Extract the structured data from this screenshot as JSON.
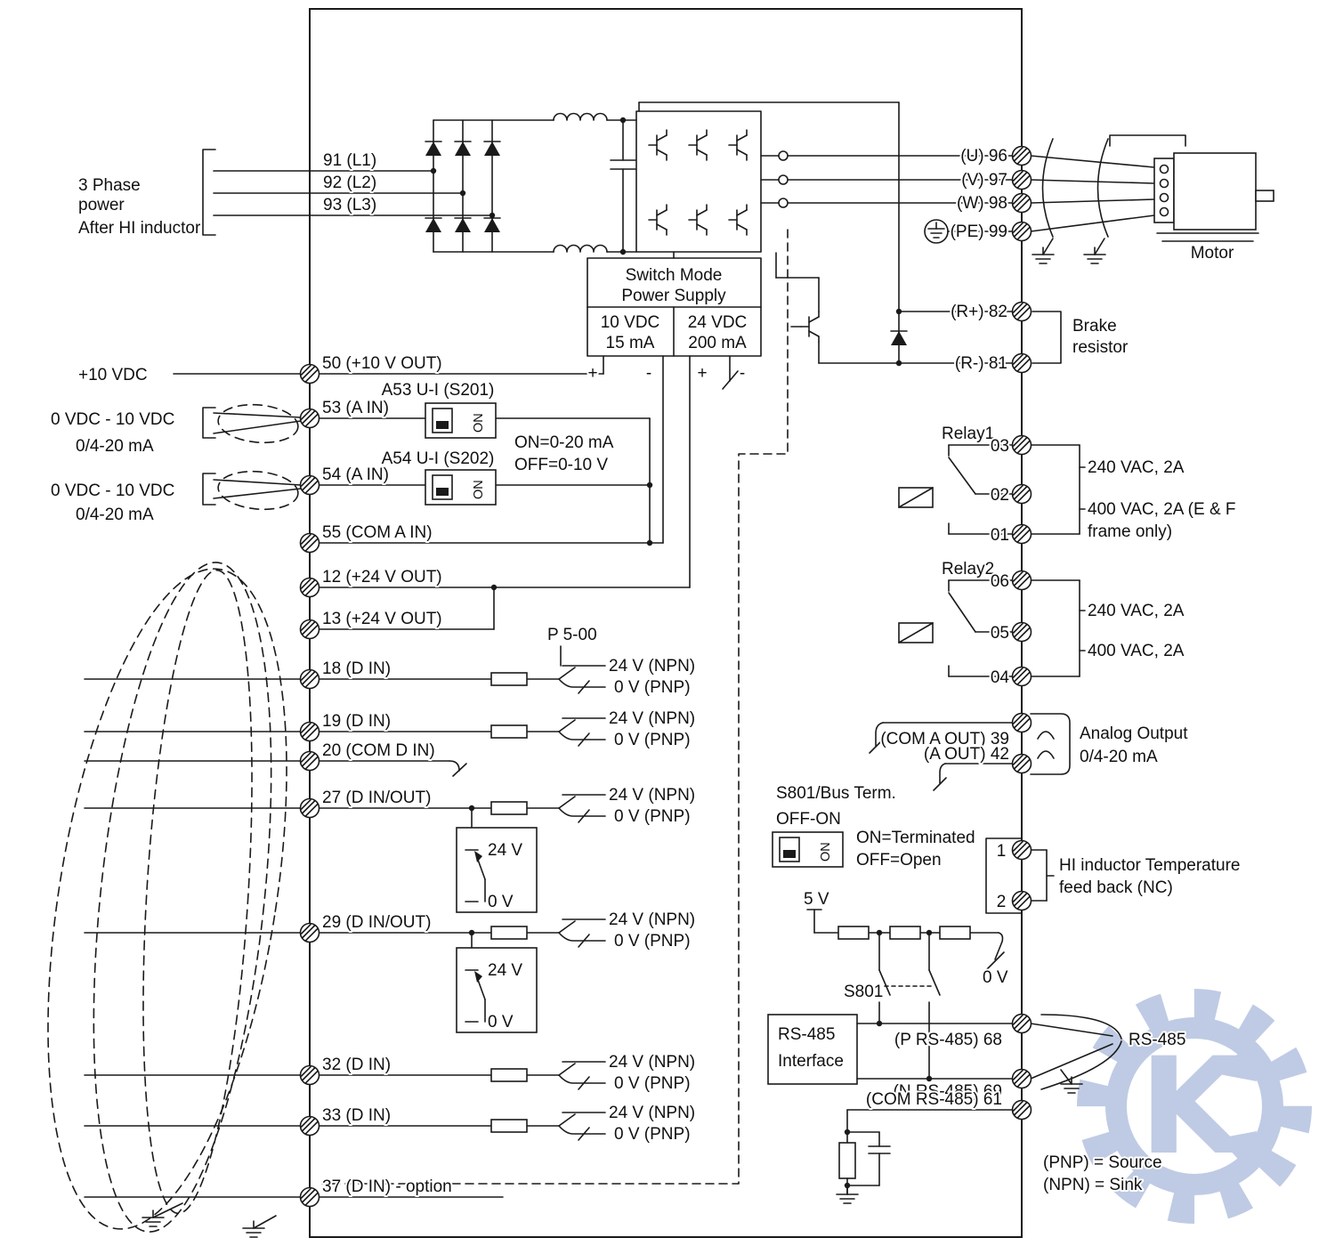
{
  "power_input": {
    "line1": "3 Phase",
    "line2": "power",
    "line3": "After HI inductor",
    "l1": "91 (L1)",
    "l2": "92 (L2)",
    "l3": "93 (L3)"
  },
  "motor_output": {
    "u": "(U) 96",
    "v": "(V) 97",
    "w": "(W) 98",
    "pe": "(PE) 99",
    "motor": "Motor"
  },
  "brake": {
    "r_plus": "(R+) 82",
    "r_minus": "(R-) 81",
    "label1": "Brake",
    "label2": "resistor"
  },
  "smps": {
    "title1": "Switch Mode",
    "title2": "Power Supply",
    "left_v": "10 VDC",
    "left_a": "15 mA",
    "right_v": "24 VDC",
    "right_a": "200 mA",
    "plus": "+",
    "minus": "-"
  },
  "analog_inputs": {
    "plus10": "+10 VDC",
    "t50": "50 (+10 V OUT)",
    "t53": "53 (A IN)",
    "t54": "54 (A IN)",
    "t55": "55 (COM A IN)",
    "range_v": "0 VDC - 10 VDC",
    "range_ma": "0/4-20 mA",
    "a53": "A53 U-I (S201)",
    "a54": "A54 U-I (S202)",
    "on_mode": "ON=0-20 mA",
    "off_mode": "OFF=0-10 V"
  },
  "switches": {
    "on": "ON"
  },
  "digital_inputs": {
    "t12": "12 (+24 V OUT)",
    "t13": "13 (+24 V OUT)",
    "p500": "P 5-00",
    "t18": "18 (D IN)",
    "t19": "19 (D IN)",
    "t20": "20  (COM D IN)",
    "t27": "27 (D IN/OUT)",
    "t29": "29 (D IN/OUT)",
    "t32": "32 (D IN)",
    "t33": "33 (D IN)",
    "t37": "37 (D IN) - option",
    "npn": "24 V (NPN)",
    "pnp": "0 V (PNP)",
    "v24": "24 V",
    "v0": "0 V"
  },
  "relays": {
    "relay1": "Relay1",
    "relay2": "Relay2",
    "n03": "03",
    "n02": "02",
    "n01": "01",
    "n06": "06",
    "n05": "05",
    "n04": "04",
    "vac240": "240 VAC, 2A",
    "vac400_ef1": "400 VAC, 2A (E & F",
    "vac400_ef2": "frame only)",
    "vac400": "400 VAC, 2A"
  },
  "analog_output": {
    "com": "(COM A OUT) 39",
    "out": "(A OUT) 42",
    "label1": "Analog Output",
    "label2": "0/4-20 mA"
  },
  "bus_termination": {
    "title": "S801/Bus Term.",
    "off_on": "OFF-ON",
    "on_state": "ON=Terminated",
    "off_state": "OFF=Open"
  },
  "temp_feedback": {
    "n1": "1",
    "n2": "2",
    "label1": "HI inductor Temperature",
    "label2": "feed back  (NC)"
  },
  "rs485": {
    "v5": "5 V",
    "v0": "0 V",
    "s801": "S801",
    "iface1": "RS-485",
    "iface2": "Interface",
    "p68": "(P RS-485) 68",
    "n69": "(N RS-485) 69",
    "com61": "(COM RS-485) 61",
    "cable": "RS-485"
  },
  "notes": {
    "pnp": "(PNP) = Source",
    "npn": "(NPN) = Sink"
  },
  "watermark": {
    "letter": "K"
  },
  "colors": {
    "line": "#1a1a1a",
    "watermark": "#b9c6e2"
  }
}
